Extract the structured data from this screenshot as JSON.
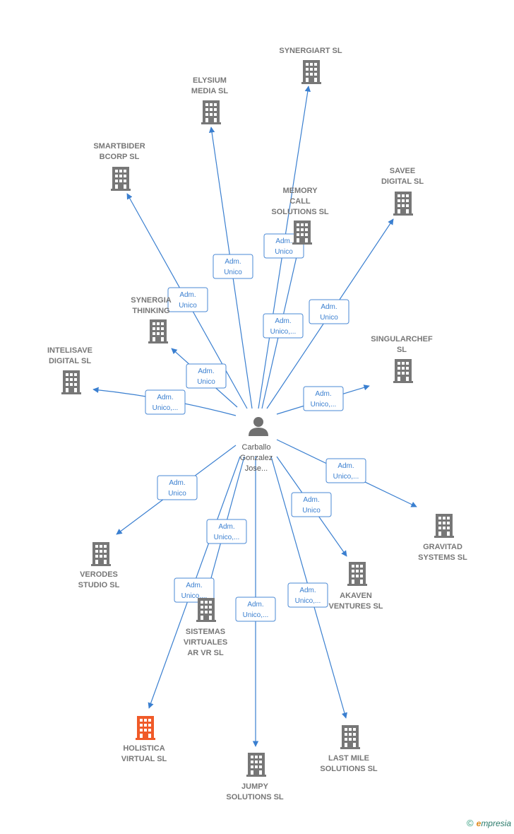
{
  "center": {
    "lines": [
      "Carballo",
      "Gonzalez",
      "Jose..."
    ]
  },
  "companies": [
    {
      "id": "synergiart",
      "lines": [
        "SYNERGIART SL"
      ],
      "color": "#777777"
    },
    {
      "id": "elysium",
      "lines": [
        "ELYSIUM",
        "MEDIA  SL"
      ],
      "color": "#777777"
    },
    {
      "id": "smartbider",
      "lines": [
        "SMARTBIDER",
        "BCORP  SL"
      ],
      "color": "#777777"
    },
    {
      "id": "memory",
      "lines": [
        "MEMORY",
        "CALL",
        "SOLUTIONS  SL"
      ],
      "color": "#777777"
    },
    {
      "id": "savee",
      "lines": [
        "SAVEE",
        "DIGITAL  SL"
      ],
      "color": "#777777"
    },
    {
      "id": "synergia",
      "lines": [
        "SYNERGIA",
        "THINKING"
      ],
      "color": "#777777"
    },
    {
      "id": "intelisave",
      "lines": [
        "INTELISAVE",
        "DIGITAL  SL"
      ],
      "color": "#777777"
    },
    {
      "id": "singularchef",
      "lines": [
        "SINGULARCHEF",
        "SL"
      ],
      "color": "#777777"
    },
    {
      "id": "gravitad",
      "lines": [
        "GRAVITAD",
        "SYSTEMS  SL"
      ],
      "color": "#777777"
    },
    {
      "id": "verodes",
      "lines": [
        "VERODES",
        "STUDIO SL"
      ],
      "color": "#777777"
    },
    {
      "id": "akaven",
      "lines": [
        "AKAVEN",
        "VENTURES  SL"
      ],
      "color": "#777777"
    },
    {
      "id": "sistemas",
      "lines": [
        "SISTEMAS",
        "VIRTUALES",
        "AR VR  SL"
      ],
      "color": "#777777"
    },
    {
      "id": "holistica",
      "lines": [
        "HOLISTICA",
        "VIRTUAL  SL"
      ],
      "color": "#f05a28"
    },
    {
      "id": "jumpy",
      "lines": [
        "JUMPY",
        "SOLUTIONS  SL"
      ],
      "color": "#777777"
    },
    {
      "id": "lastmile",
      "lines": [
        "LAST MILE",
        "SOLUTIONS  SL"
      ],
      "color": "#777777"
    }
  ],
  "relations": [
    {
      "id": "synergiart",
      "lines": [
        "Adm.",
        "Unico,..."
      ]
    },
    {
      "id": "elysium",
      "lines": [
        "Adm.",
        "Unico"
      ]
    },
    {
      "id": "smartbider",
      "lines": [
        "Adm.",
        "Unico"
      ]
    },
    {
      "id": "memory",
      "lines": [
        "Adm.",
        "Unico"
      ]
    },
    {
      "id": "savee",
      "lines": [
        "Adm.",
        "Unico"
      ]
    },
    {
      "id": "synergia",
      "lines": [
        "Adm.",
        "Unico"
      ]
    },
    {
      "id": "intelisave",
      "lines": [
        "Adm.",
        "Unico,..."
      ]
    },
    {
      "id": "singularchef",
      "lines": [
        "Adm.",
        "Unico,..."
      ]
    },
    {
      "id": "gravitad",
      "lines": [
        "Adm.",
        "Unico,..."
      ]
    },
    {
      "id": "verodes",
      "lines": [
        "Adm.",
        "Unico"
      ]
    },
    {
      "id": "akaven",
      "lines": [
        "Adm.",
        "Unico"
      ]
    },
    {
      "id": "sistemas",
      "lines": [
        "Adm.",
        "Unico,..."
      ]
    },
    {
      "id": "holistica",
      "lines": [
        "Adm.",
        "Unico,..."
      ]
    },
    {
      "id": "jumpy",
      "lines": [
        "Adm.",
        "Unico,..."
      ]
    },
    {
      "id": "lastmile",
      "lines": [
        "Adm.",
        "Unico,..."
      ]
    }
  ],
  "footer": {
    "copyright": "©",
    "brand_initial": "e",
    "brand_rest": "mpresia"
  }
}
